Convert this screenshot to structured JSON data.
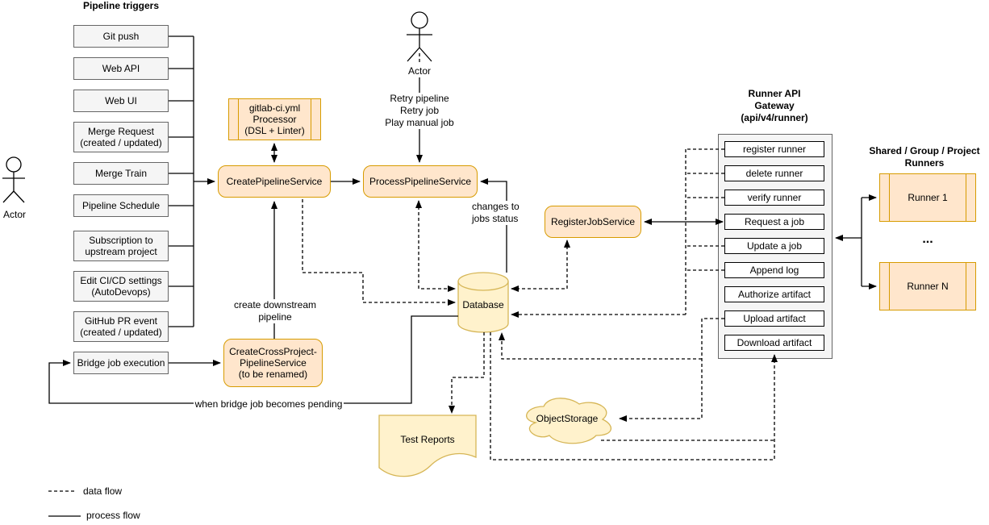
{
  "colors": {
    "node_fill": "#ffe6cc",
    "node_stroke": "#d79b00",
    "store_fill": "#fff2cc",
    "store_stroke": "#d6b656",
    "trigger_fill": "#f5f5f5",
    "trigger_stroke": "#666666",
    "line": "#000000"
  },
  "triggers": {
    "title": "Pipeline triggers",
    "items": [
      {
        "label": "Git push"
      },
      {
        "label": "Web API"
      },
      {
        "label": "Web UI"
      },
      {
        "label": "Merge Request\n(created / updated)"
      },
      {
        "label": "Merge Train"
      },
      {
        "label": "Pipeline Schedule"
      },
      {
        "label": "Subscription to\nupstream project"
      },
      {
        "label": "Edit CI/CD settings\n(AutoDevops)"
      },
      {
        "label": "GitHub PR event\n(created / updated)"
      },
      {
        "label": "Bridge job execution"
      }
    ]
  },
  "actors": {
    "left": "Actor",
    "top": "Actor"
  },
  "nodes": {
    "processor": "gitlab-ci.yml\nProcessor\n(DSL + Linter)",
    "create_pipeline": "CreatePipelineService",
    "process_pipeline": "ProcessPipelineService",
    "register_job": "RegisterJobService",
    "database": "Database",
    "cross_project": "CreateCrossProject-\nPipelineService\n(to be renamed)",
    "test_reports": "Test Reports",
    "object_storage": "ObjectStorage"
  },
  "edge_labels": {
    "retry": "Retry pipeline\nRetry job\nPlay manual job",
    "changes": "changes to\njobs status",
    "create_downstream": "create downstream\npipeline",
    "when_bridge": "when bridge job becomes pending"
  },
  "gateway": {
    "title": "Runner API\nGateway\n(api/v4/runner)",
    "endpoints": [
      {
        "label": "register runner"
      },
      {
        "label": "delete runner"
      },
      {
        "label": "verify runner"
      },
      {
        "label": "Request a job"
      },
      {
        "label": "Update a job"
      },
      {
        "label": "Append log"
      },
      {
        "label": "Authorize artifact"
      },
      {
        "label": "Upload artifact"
      },
      {
        "label": "Download artifact"
      }
    ]
  },
  "runners": {
    "title": "Shared / Group / Project\nRunners",
    "ellipsis": "...",
    "items": [
      {
        "label": "Runner 1"
      },
      {
        "label": "Runner N"
      }
    ]
  },
  "legend": {
    "data_flow": "data flow",
    "process_flow": "process flow"
  }
}
